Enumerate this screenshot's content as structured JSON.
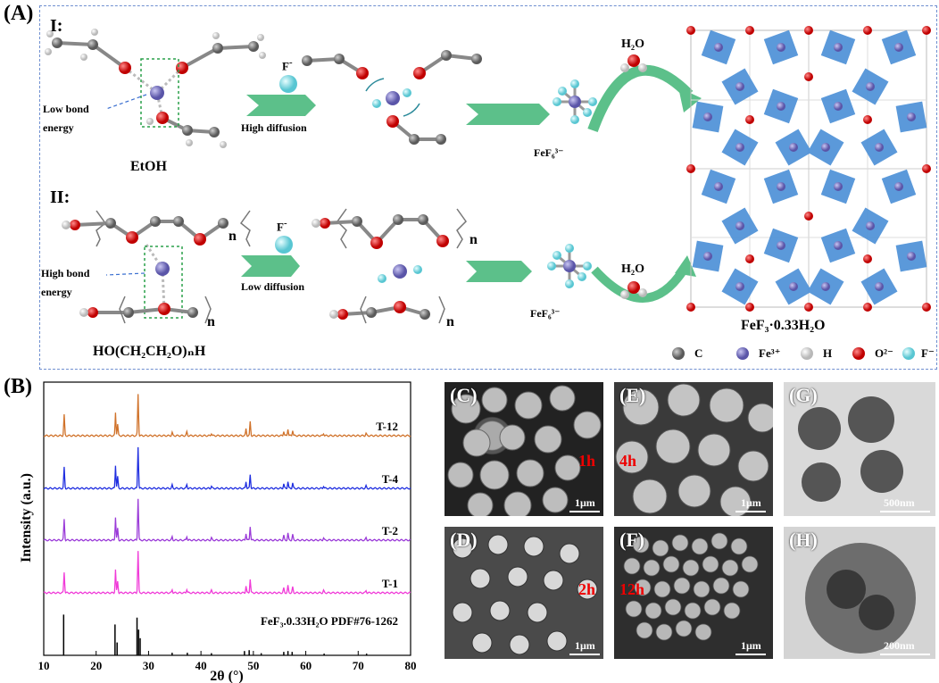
{
  "panel_a": {
    "label": "(A)",
    "row1_label": "I:",
    "row2_label": "II:",
    "low_bond_energy": [
      "Low bond",
      "energy"
    ],
    "high_bond_energy": [
      "High bond",
      "energy"
    ],
    "fluoride": "F",
    "fluoride_charge": "-",
    "high_diffusion": "High diffusion",
    "low_diffusion": "Low diffusion",
    "etoh": "EtOH",
    "peg": "HO(CH₂CH₂O)ₙH",
    "n_label": "n",
    "h2o": "H₂O",
    "fef6": "FeF₆³⁻",
    "product": "FeF₃·0.33H₂O",
    "legend": [
      {
        "symbol": "C",
        "color": "#7a7a7a"
      },
      {
        "symbol": "Fe³⁺",
        "color": "#7c78c0"
      },
      {
        "symbol": "H",
        "color": "#e8e8e8"
      },
      {
        "symbol": "O²⁻",
        "color": "#e01010"
      },
      {
        "symbol": "F⁻",
        "color": "#8fe6ef"
      }
    ]
  },
  "panel_b": {
    "label": "(B)"
  },
  "chart_data": {
    "type": "line",
    "xlabel": "2θ (°)",
    "ylabel": "Intensity (a.u.)",
    "xlim": [
      10,
      80
    ],
    "xticks": [
      10,
      20,
      30,
      40,
      50,
      60,
      70,
      80
    ],
    "series": [
      {
        "name": "T-12",
        "color": "#d0722a"
      },
      {
        "name": "T-4",
        "color": "#1f2ee0"
      },
      {
        "name": "T-2",
        "color": "#9a3ad8"
      },
      {
        "name": "T-1",
        "color": "#f03ad8"
      }
    ],
    "reference": {
      "name": "FeF₃.0.33H₂O PDF#76-1262",
      "peaks": [
        {
          "x": 13.8,
          "h": 0.95
        },
        {
          "x": 23.6,
          "h": 0.72
        },
        {
          "x": 24.0,
          "h": 0.3
        },
        {
          "x": 27.8,
          "h": 0.88
        },
        {
          "x": 28.1,
          "h": 0.6
        },
        {
          "x": 28.4,
          "h": 0.4
        },
        {
          "x": 34.5,
          "h": 0.06
        },
        {
          "x": 37.4,
          "h": 0.06
        },
        {
          "x": 42.0,
          "h": 0.05
        },
        {
          "x": 48.3,
          "h": 0.1
        },
        {
          "x": 49.2,
          "h": 0.12
        },
        {
          "x": 51.5,
          "h": 0.05
        },
        {
          "x": 55.8,
          "h": 0.08
        },
        {
          "x": 56.6,
          "h": 0.1
        },
        {
          "x": 57.4,
          "h": 0.08
        },
        {
          "x": 63.5,
          "h": 0.04
        },
        {
          "x": 71.6,
          "h": 0.04
        }
      ]
    },
    "pattern_peaks": [
      {
        "x": 13.9,
        "h": 0.45
      },
      {
        "x": 23.7,
        "h": 0.5
      },
      {
        "x": 24.1,
        "h": 0.25
      },
      {
        "x": 28.0,
        "h": 0.9
      },
      {
        "x": 34.5,
        "h": 0.07
      },
      {
        "x": 37.3,
        "h": 0.08
      },
      {
        "x": 42.0,
        "h": 0.05
      },
      {
        "x": 48.6,
        "h": 0.15
      },
      {
        "x": 49.4,
        "h": 0.3
      },
      {
        "x": 55.8,
        "h": 0.1
      },
      {
        "x": 56.6,
        "h": 0.15
      },
      {
        "x": 57.5,
        "h": 0.12
      },
      {
        "x": 63.4,
        "h": 0.05
      },
      {
        "x": 71.5,
        "h": 0.05
      }
    ]
  },
  "micrographs": [
    {
      "tag": "(C)",
      "time": "1h",
      "scale": "1μm"
    },
    {
      "tag": "(D)",
      "time": "2h",
      "scale": "1μm"
    },
    {
      "tag": "(E)",
      "time": "4h",
      "scale": "1μm"
    },
    {
      "tag": "(F)",
      "time": "12h",
      "scale": "1μm"
    },
    {
      "tag": "(G)",
      "time": "",
      "scale": "500nm"
    },
    {
      "tag": "(H)",
      "time": "",
      "scale": "200nm"
    }
  ]
}
